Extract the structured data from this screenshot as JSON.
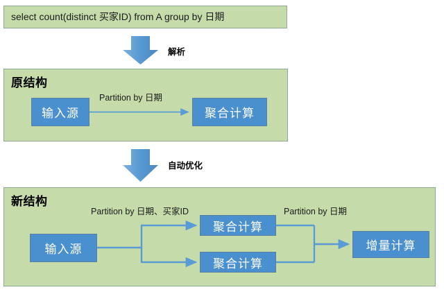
{
  "diagram": {
    "title_sql": "select count(distinct 买家ID) from A group by 日期",
    "sections": [
      {
        "id": "original",
        "title": "原结构",
        "nodes": [
          {
            "id": "src",
            "label": "输入源"
          },
          {
            "id": "agg",
            "label": "聚合计算"
          }
        ],
        "edge_labels": [
          {
            "id": "partition-date",
            "text": "Partition by 日期"
          }
        ]
      },
      {
        "id": "new",
        "title": "新结构",
        "nodes": [
          {
            "id": "src",
            "label": "输入源"
          },
          {
            "id": "agg-top",
            "label": "聚合计算"
          },
          {
            "id": "agg-bottom",
            "label": "聚合计算"
          },
          {
            "id": "incremental",
            "label": "增量计算"
          }
        ],
        "edge_labels": [
          {
            "id": "partition-date-buyer",
            "text": "Partition by 日期、买家ID"
          },
          {
            "id": "partition-date",
            "text": "Partition by 日期"
          }
        ]
      }
    ],
    "flow_steps": [
      {
        "id": "parse",
        "label": "解析"
      },
      {
        "id": "auto-optimize",
        "label": "自动优化"
      }
    ],
    "colors": {
      "panel_fill": "#c5dcaa",
      "panel_border": "#8fa895",
      "node_fill": "#4a90ce",
      "node_border": "#5b7f9e",
      "connector": "#5b9bd5",
      "big_arrow": "#5b9bd5",
      "text_light": "#ffffff",
      "text_dark": "#1a1a1a"
    }
  }
}
